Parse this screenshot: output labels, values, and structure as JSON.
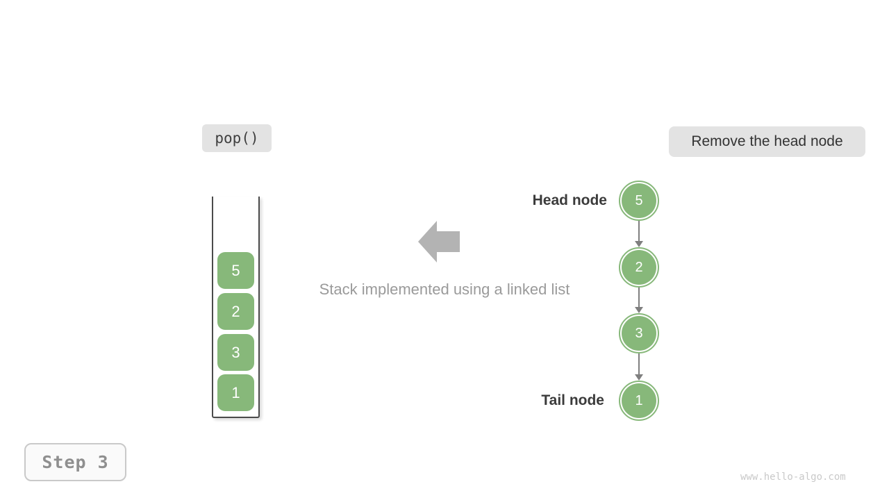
{
  "labels": {
    "operation": "pop()",
    "description": "Remove the head node",
    "caption": "Stack implemented using a linked list",
    "head": "Head node",
    "tail": "Tail node",
    "step": "Step 3",
    "watermark": "www.hello-algo.com"
  },
  "stack": {
    "items_top_to_bottom": [
      "5",
      "2",
      "3",
      "1"
    ]
  },
  "linked_list": {
    "nodes_head_to_tail": [
      "5",
      "2",
      "3",
      "1"
    ]
  },
  "icons": {
    "left_block_arrow": "left-arrow"
  },
  "colors": {
    "node_green": "#87b87a",
    "badge_bg": "#e3e3e3",
    "block_arrow_gray": "#b3b3b3",
    "connector_gray": "#7f7f7f",
    "dark_text": "#3b3b3b",
    "caption_gray": "#9a9a9a",
    "step_text_gray": "#8f8f8f",
    "watermark_gray": "#c9c9c9",
    "container_border": "#4a4a4a"
  }
}
